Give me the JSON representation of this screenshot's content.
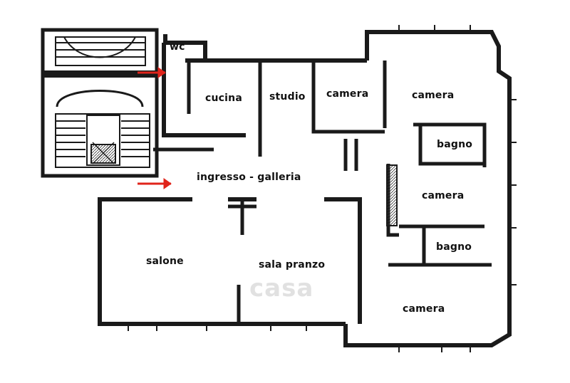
{
  "plan": {
    "rooms": {
      "wc": "wc",
      "cucina": "cucina",
      "studio": "studio",
      "camera_1": "camera",
      "camera_2": "camera",
      "bagno_1": "bagno",
      "camera_3": "camera",
      "ingresso": "ingresso - galleria",
      "bagno_2": "bagno",
      "salone": "salone",
      "sala_pranzo": "sala pranzo",
      "camera_4": "camera"
    },
    "entrance_arrow_count": 2,
    "colors": {
      "wall": "#1a1a1a",
      "arrow": "#e0241b",
      "watermark": "#c9c9c9",
      "background": "#ffffff"
    }
  },
  "watermark": {
    "text": "casa"
  }
}
